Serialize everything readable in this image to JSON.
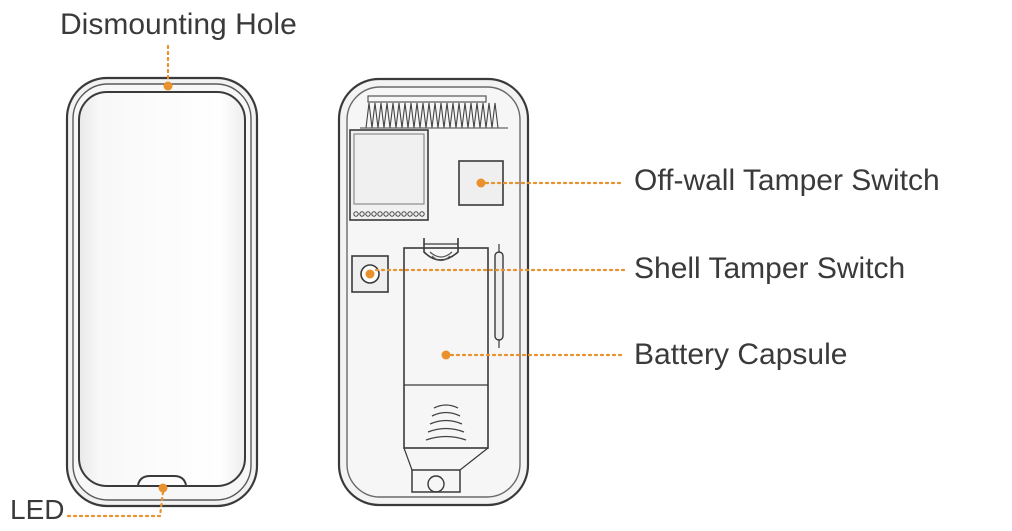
{
  "labels": {
    "dismounting_hole": "Dismounting Hole",
    "led": "LED",
    "off_wall_tamper_switch": "Off-wall Tamper Switch",
    "shell_tamper_switch": "Shell Tamper Switch",
    "battery_capsule": "Battery Capsule"
  },
  "colors": {
    "accent": "#E8912D",
    "outline": "#3a3a3a",
    "text": "#3a3a3a"
  }
}
